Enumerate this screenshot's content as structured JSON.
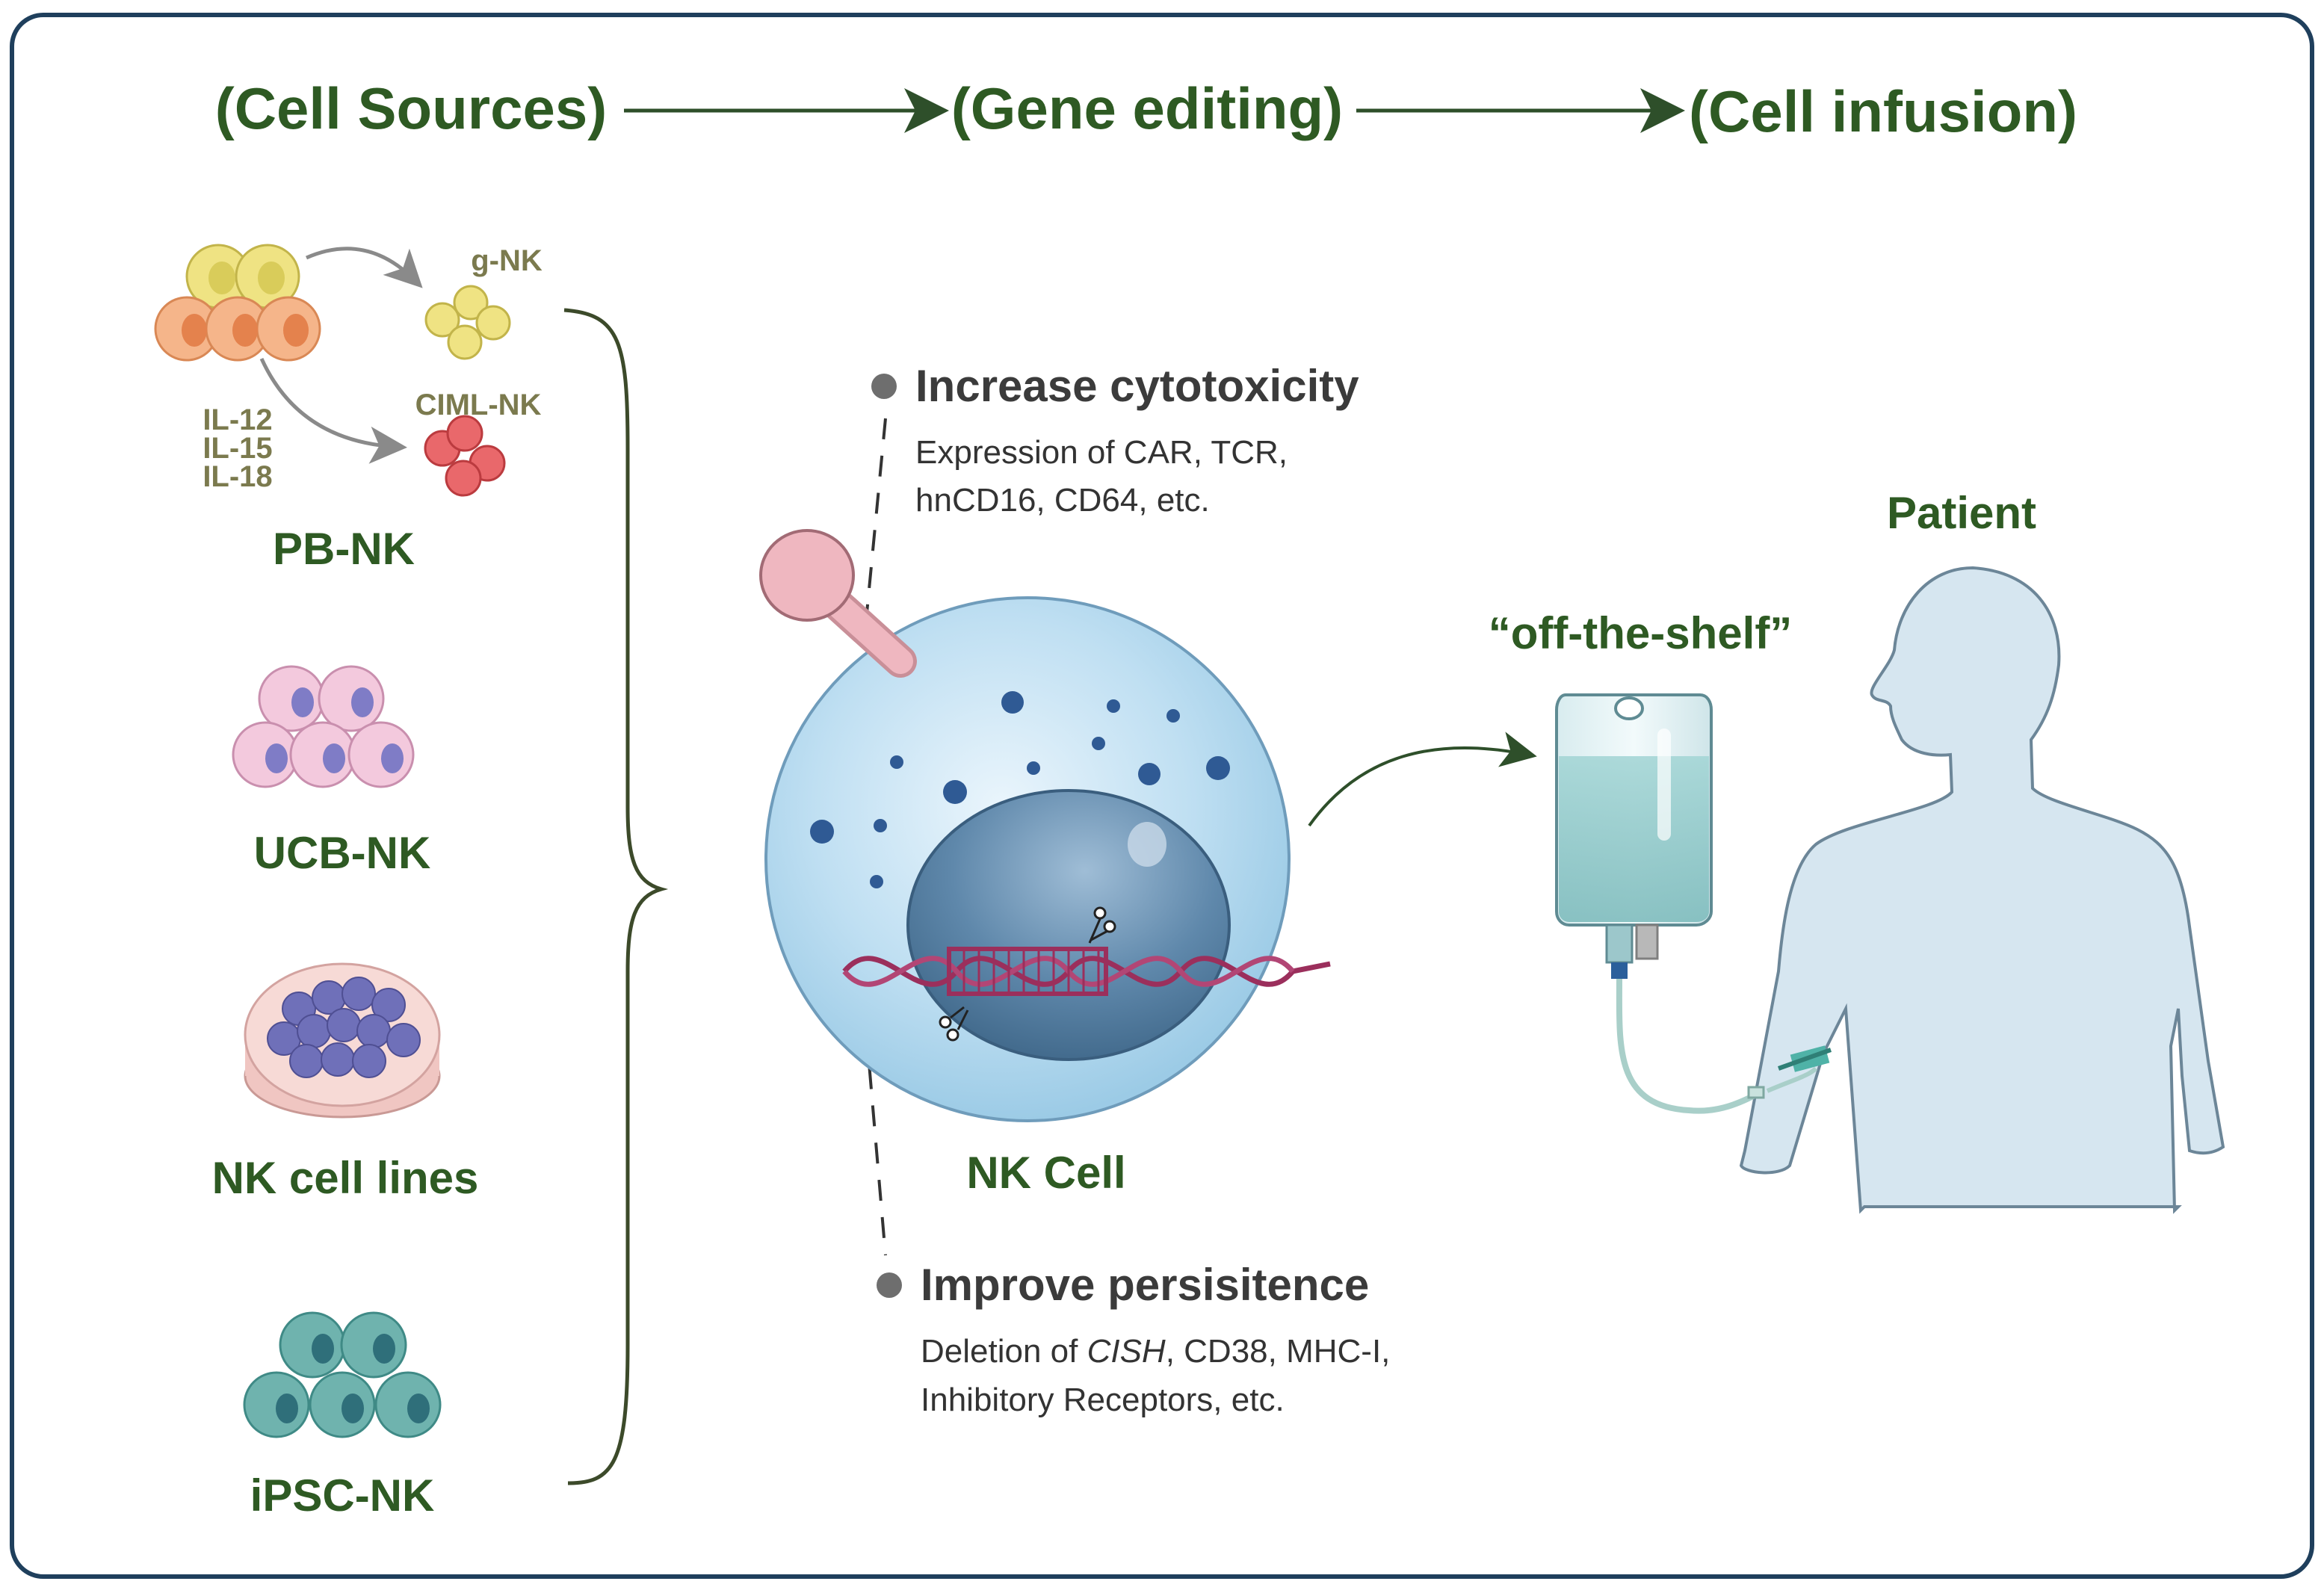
{
  "stages": {
    "sources": "(Cell Sources)",
    "editing": "(Gene editing)",
    "infusion": "(Cell infusion)"
  },
  "sources": {
    "gnk": "g-NK",
    "ciml": "CIML-NK",
    "il12": "IL-12",
    "il15": "IL-15",
    "il18": "IL-18",
    "pbnk": "PB-NK",
    "ucbnk": "UCB-NK",
    "celllines": "NK cell lines",
    "ipscnk": "iPSC-NK"
  },
  "editing": {
    "cyto_title": "Increase cytotoxicity",
    "cyto_line1": "Expression of CAR, TCR,",
    "cyto_line2": "hnCD16, CD64, etc.",
    "nk_cell": "NK Cell",
    "persist_title": "Improve persisitence",
    "persist_prefix": "Deletion of ",
    "persist_gene": "CISH",
    "persist_suffix": ", CD38, MHC-I,",
    "persist_line2": "Inhibitory Receptors, etc."
  },
  "infusion": {
    "patient": "Patient",
    "offshelf": "“off-the-shelf”"
  },
  "colors": {
    "frame": "#1f3f5c",
    "title_green": "#2e5a23",
    "olive": "#7b7a4e",
    "nk_blue": "#a9d2ea",
    "nucleus": "#5b85a8",
    "dna": "#9b2f5c",
    "body": "#d6e6f0",
    "bag_fluid": "#8fc6c8"
  }
}
